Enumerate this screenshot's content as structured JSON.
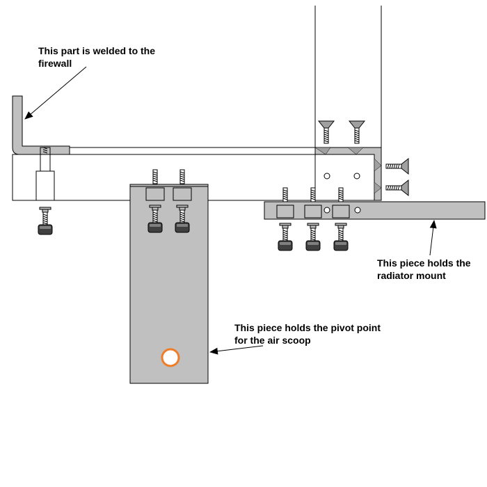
{
  "colors": {
    "background": "#ffffff",
    "part_fill": "#c0c0c0",
    "outline": "#000000",
    "pivot_hole": "#f07c28",
    "bolt_head": "#404040",
    "hole": "#ffffff"
  },
  "annotations": {
    "firewall": {
      "line1": "This part is welded to the",
      "line2": "firewall"
    },
    "radiator": {
      "line1": "This piece holds the",
      "line2": "radiator mount"
    },
    "pivot": {
      "line1": "This piece holds the pivot point",
      "line2": "for the air scoop"
    }
  },
  "icons": {
    "socket_cap_screw": "socket-cap-screw-icon",
    "countersunk_screw": "countersunk-screw-icon",
    "arrow": "arrow-icon"
  }
}
